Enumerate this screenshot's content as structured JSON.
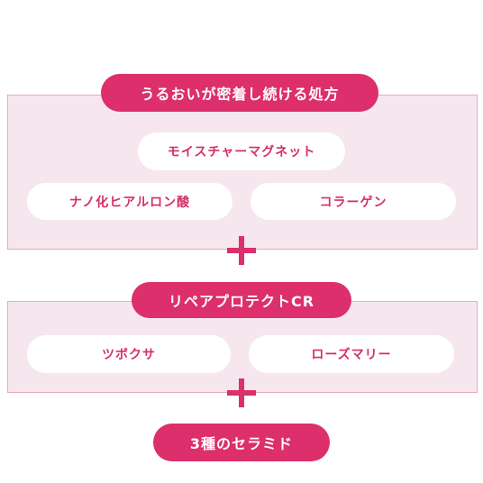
{
  "section1": {
    "heading": "うるおいが密着し続ける処方",
    "chips": [
      "モイスチャーマグネット",
      "ナノ化ヒアルロン酸",
      "コラーゲン"
    ]
  },
  "section2": {
    "heading": "リペアプロテクトCR",
    "chips": [
      "ツボクサ",
      "ローズマリー"
    ]
  },
  "section3": {
    "heading": "3種のセラミド"
  },
  "colors": {
    "accent": "#dc2f6b",
    "panel_bg": "#f6e7ee",
    "panel_border": "#e8aac2",
    "chip_bg": "#ffffff"
  },
  "icons": [
    "plus-icon",
    "plus-icon"
  ]
}
